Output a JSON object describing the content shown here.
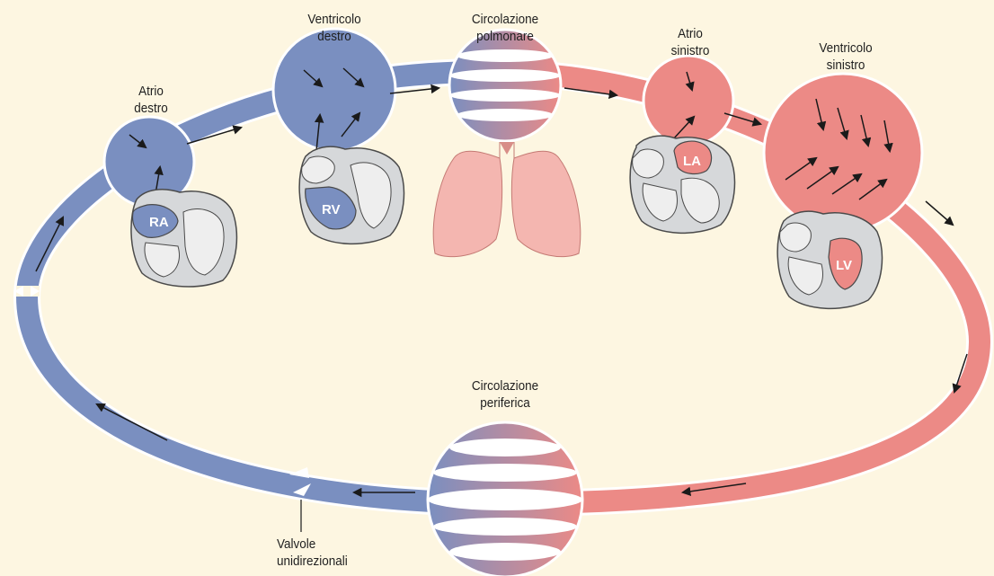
{
  "labels": {
    "right_atrium": "Atrio\ndestro",
    "right_ventricle": "Ventricolo\ndestro",
    "pulmonary_circulation": "Circolazione\npolmonare",
    "left_atrium": "Atrio\nsinistro",
    "left_ventricle": "Ventricolo\nsinistro",
    "peripheral_circulation": "Circolazione\nperiferica",
    "valves": "Valvole\nunidirezionali"
  },
  "heart_tags": {
    "ra": "RA",
    "rv": "RV",
    "la": "LA",
    "lv": "LV"
  },
  "colors": {
    "background": "#fdf6e1",
    "venous_blue": "#7a8fc0",
    "arterial_red": "#ec8a86",
    "heart_grey": "#d6d8da",
    "lung_pink": "#f4b6b0"
  }
}
